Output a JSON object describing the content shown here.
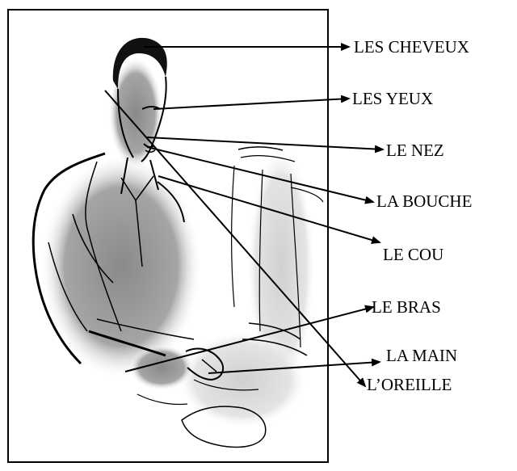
{
  "labels": {
    "cheveux": "LES CHEVEUX",
    "yeux": "LES YEUX",
    "nez": "LE NEZ",
    "bouche": "LA BOUCHE",
    "cou": "LE COU",
    "bras": "LE BRAS",
    "main": "LA MAIN",
    "oreille": "L’OREILLE"
  },
  "colors": {
    "ink": "#000000",
    "shade": "#8a8a8a",
    "light_shade": "#d4d4d4"
  }
}
